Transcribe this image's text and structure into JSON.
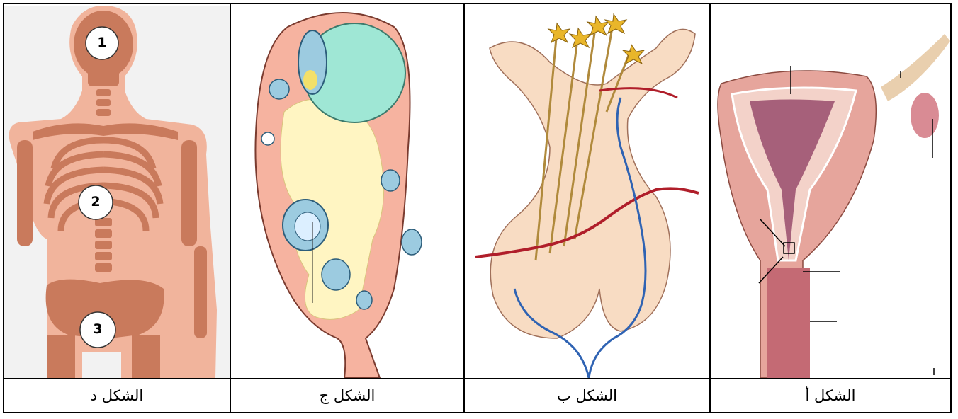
{
  "captions": {
    "fig_d": "الشكل  د",
    "fig_c": "الشكل ج",
    "fig_b": "الشكل ب",
    "fig_a": "الشكل أ"
  },
  "skeleton_labels": [
    "1",
    "2",
    "3"
  ],
  "colors": {
    "bone": "#c97a5c",
    "body": "#f1b49c",
    "ovary": "#f6b3a0",
    "follicle_blue": "#9ccbe0",
    "cyst_green": "#9fe7d5",
    "stroma_yellow": "#fff5c2",
    "testis": "#f8dcc3",
    "vessel_red": "#b01e2a",
    "vessel_blue": "#2f63b3",
    "neuron_gold": "#e9b62a",
    "uterus": "#e6a59c",
    "uterus_inner": "#a6607a"
  }
}
